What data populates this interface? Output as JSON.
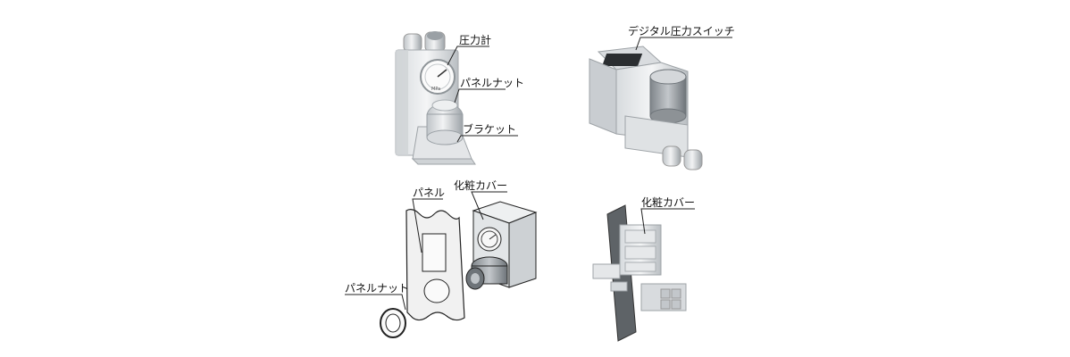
{
  "labels": {
    "pressure_gauge": "圧力計",
    "panel_nut_top": "パネルナット",
    "bracket": "ブラケット",
    "digital_pressure_switch": "デジタル圧力スイッチ",
    "panel": "パネル",
    "decorative_cover_left": "化粧カバー",
    "panel_nut_bottom": "パネルナット",
    "decorative_cover_right": "化粧カバー"
  },
  "gauge_face_text": "MPa",
  "colors": {
    "line": "#222222",
    "body_light": "#e8eaec",
    "body_mid": "#c9cdd1",
    "body_dark": "#8d9296",
    "panel_fill": "#f1f1f1",
    "display_dark": "#2b2e31"
  }
}
